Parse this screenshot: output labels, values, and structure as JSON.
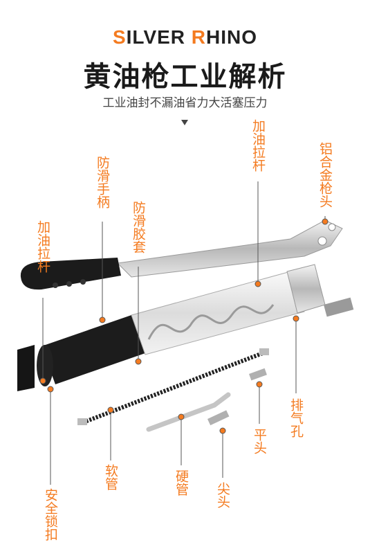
{
  "brand": {
    "s": "S",
    "ilver": "ILVER ",
    "r": "R",
    "hino": "HINO"
  },
  "title": "黄油枪工业解析",
  "subtitle": "工业油封不漏油省力大活塞压力",
  "labels": {
    "fill_rod_top": "加油拉杆",
    "aluminum_head": "铝合金枪头",
    "anti_slip_handle": "防滑手柄",
    "anti_slip_sleeve": "防滑胶套",
    "fill_rod_left": "加油拉杆",
    "vent_hole": "排气孔",
    "flat_head": "平头",
    "soft_tube": "软管",
    "hard_tube": "硬管",
    "tip_head": "尖头",
    "safety_lock": "安全锁扣"
  },
  "colors": {
    "accent": "#f47b20",
    "text": "#1a1a1a"
  }
}
